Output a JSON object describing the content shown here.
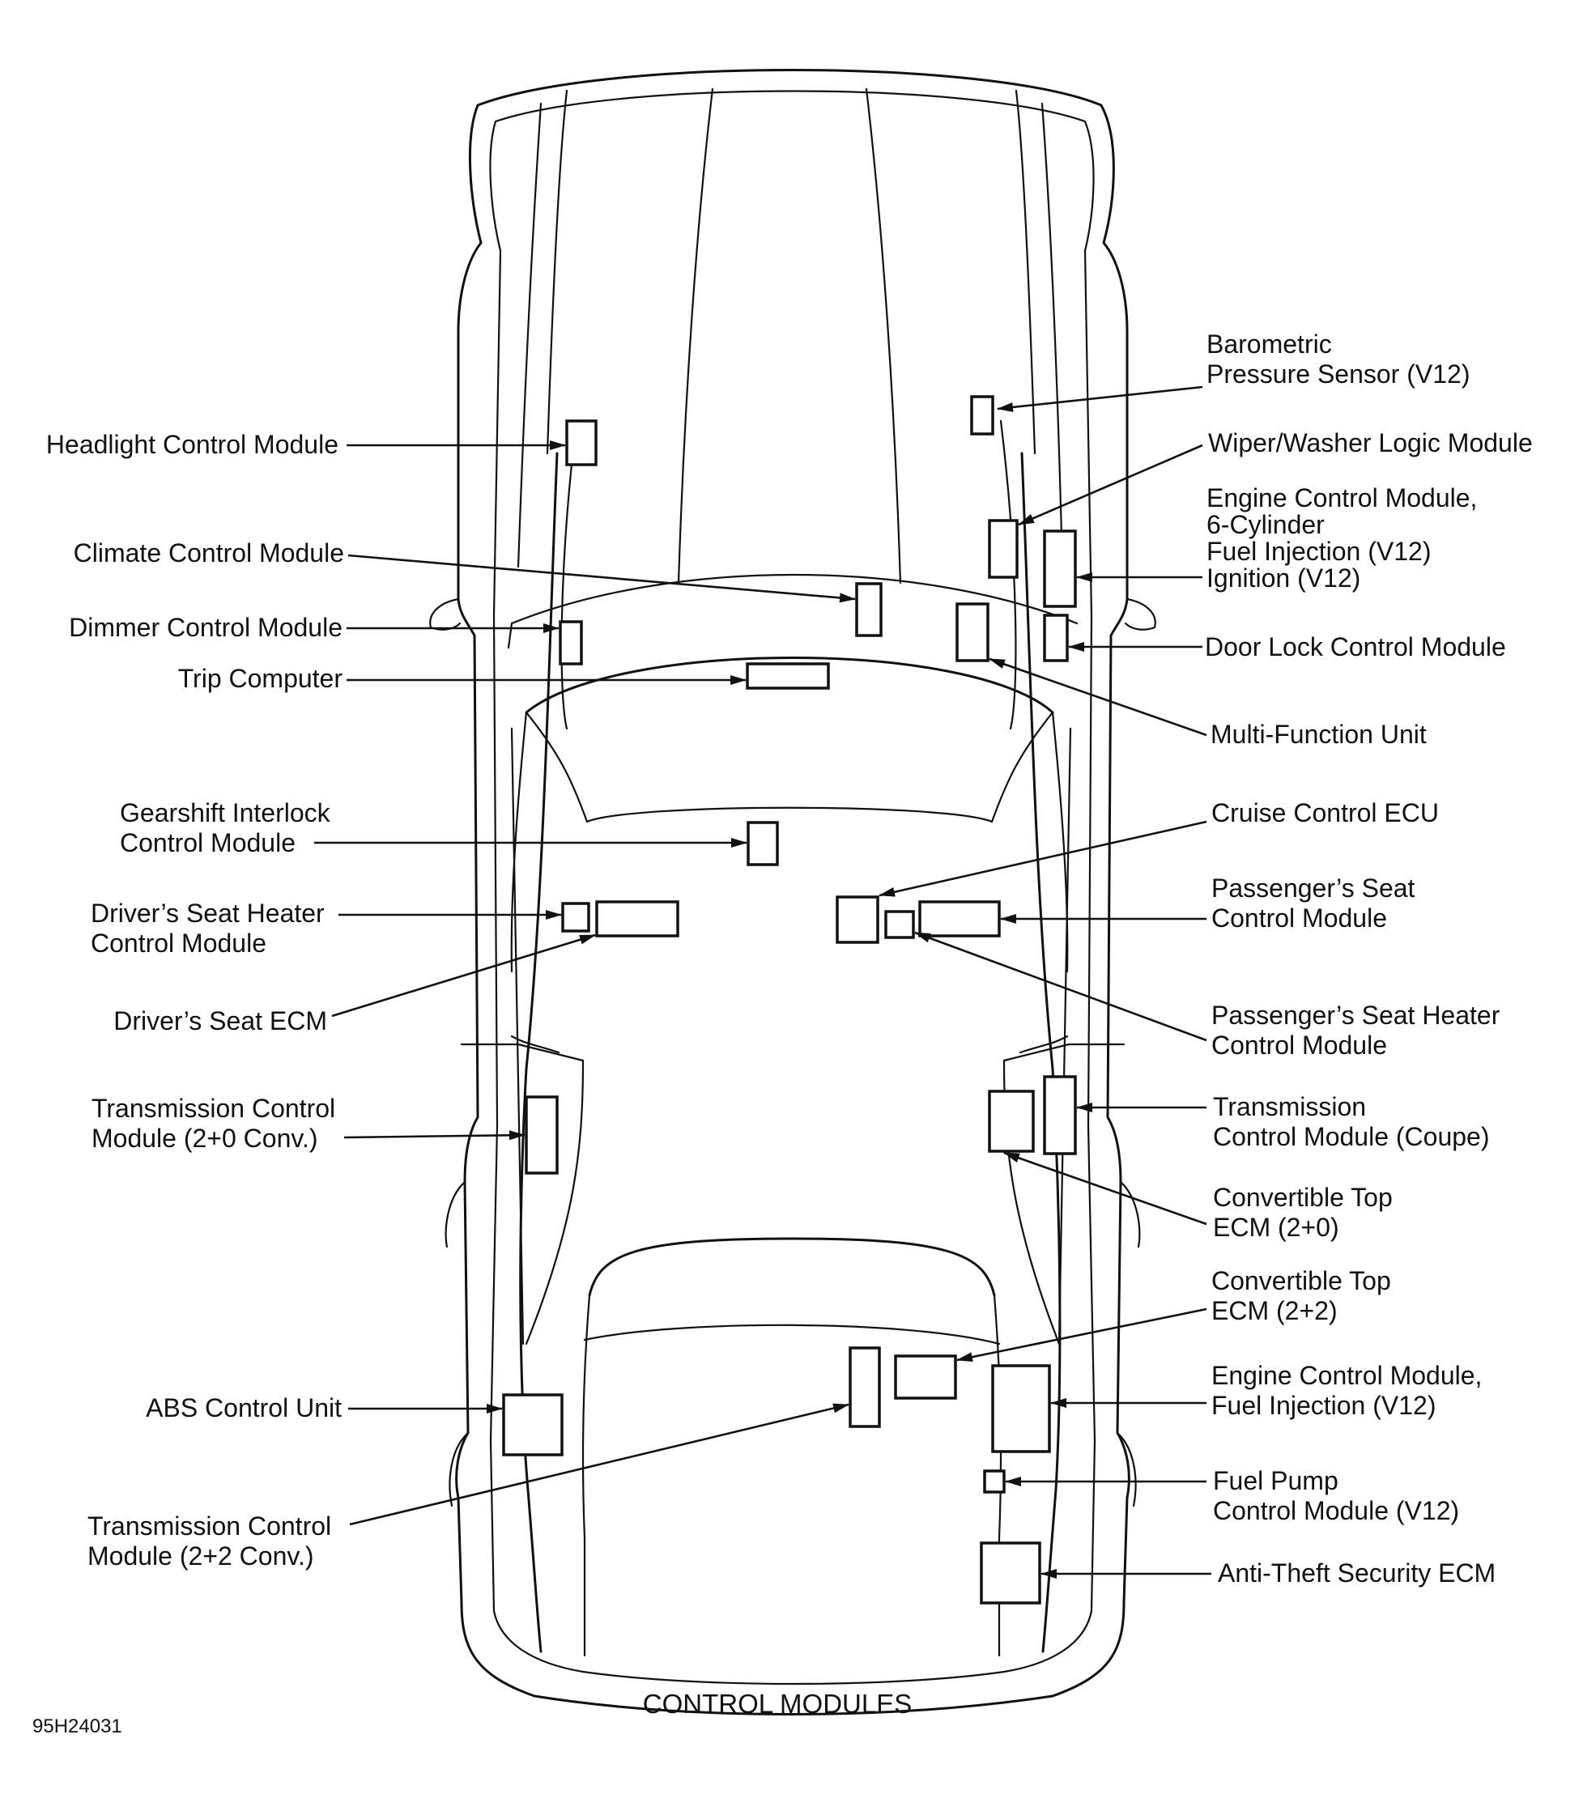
{
  "caption": "CONTROL MODULES",
  "figure_number": "95H24031",
  "labels": [
    {
      "id": "barometric",
      "lines": [
        "Barometric",
        "Pressure Sensor (V12)"
      ]
    },
    {
      "id": "headlight",
      "lines": [
        "Headlight Control Module"
      ]
    },
    {
      "id": "wiper",
      "lines": [
        "Wiper/Washer Logic Module"
      ]
    },
    {
      "id": "ecm6",
      "lines": [
        "Engine Control Module,",
        "6-Cylinder",
        "Fuel Injection (V12)",
        "Ignition (V12)"
      ]
    },
    {
      "id": "climate",
      "lines": [
        "Climate Control Module"
      ]
    },
    {
      "id": "dimmer",
      "lines": [
        "Dimmer Control Module"
      ]
    },
    {
      "id": "doorlock",
      "lines": [
        "Door Lock Control Module"
      ]
    },
    {
      "id": "trip",
      "lines": [
        "Trip Computer"
      ]
    },
    {
      "id": "multifunction",
      "lines": [
        "Multi-Function Unit"
      ]
    },
    {
      "id": "gearshift",
      "lines": [
        "Gearshift Interlock",
        "Control Module"
      ]
    },
    {
      "id": "cruise",
      "lines": [
        "Cruise Control ECU"
      ]
    },
    {
      "id": "driverheater",
      "lines": [
        "Driver’s Seat Heater",
        "Control Module"
      ]
    },
    {
      "id": "passseat",
      "lines": [
        "Passenger’s Seat",
        "Control Module"
      ]
    },
    {
      "id": "driverecm",
      "lines": [
        "Driver’s Seat ECM"
      ]
    },
    {
      "id": "passheater",
      "lines": [
        "Passenger’s Seat Heater",
        "Control Module"
      ]
    },
    {
      "id": "tcm20",
      "lines": [
        "Transmission Control",
        "Module (2+0 Conv.)"
      ]
    },
    {
      "id": "tcmcoupe",
      "lines": [
        "Transmission",
        "Control Module (Coupe)"
      ]
    },
    {
      "id": "conv20",
      "lines": [
        "Convertible Top",
        "ECM (2+0)"
      ]
    },
    {
      "id": "conv22",
      "lines": [
        "Convertible Top",
        "ECM (2+2)"
      ]
    },
    {
      "id": "ecmfi",
      "lines": [
        "Engine Control Module,",
        "Fuel Injection (V12)"
      ]
    },
    {
      "id": "abs",
      "lines": [
        "ABS Control Unit"
      ]
    },
    {
      "id": "fuelpump",
      "lines": [
        "Fuel Pump",
        "Control Module (V12)"
      ]
    },
    {
      "id": "tcm22",
      "lines": [
        "Transmission Control",
        "Module (2+2 Conv.)"
      ]
    },
    {
      "id": "antitheft",
      "lines": [
        "Anti-Theft Security ECM"
      ]
    }
  ]
}
